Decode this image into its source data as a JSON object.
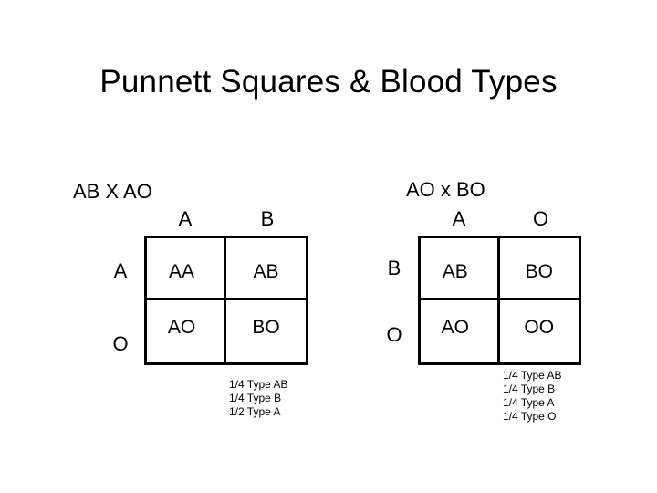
{
  "slide": {
    "title": "Punnett Squares & Blood Types",
    "background_color": "#ffffff",
    "text_color": "#000000"
  },
  "punnett_squares": [
    {
      "id": "left",
      "cross_label": "AB X AO",
      "column_headers": [
        "A",
        "B"
      ],
      "row_headers": [
        "A",
        "O"
      ],
      "cells": [
        [
          "AA",
          "AB"
        ],
        [
          "AO",
          "BO"
        ]
      ],
      "legend": [
        "1/4 Type AB",
        "1/4 Type B",
        "1/2 Type A"
      ]
    },
    {
      "id": "right",
      "cross_label": "AO x BO",
      "column_headers": [
        "A",
        "O"
      ],
      "row_headers": [
        "B",
        "O"
      ],
      "cells": [
        [
          "AB",
          "BO"
        ],
        [
          "AO",
          "OO"
        ]
      ],
      "legend": [
        "1/4 Type AB",
        "1/4 Type B",
        "1/4 Type A",
        "1/4 Type O"
      ]
    }
  ]
}
